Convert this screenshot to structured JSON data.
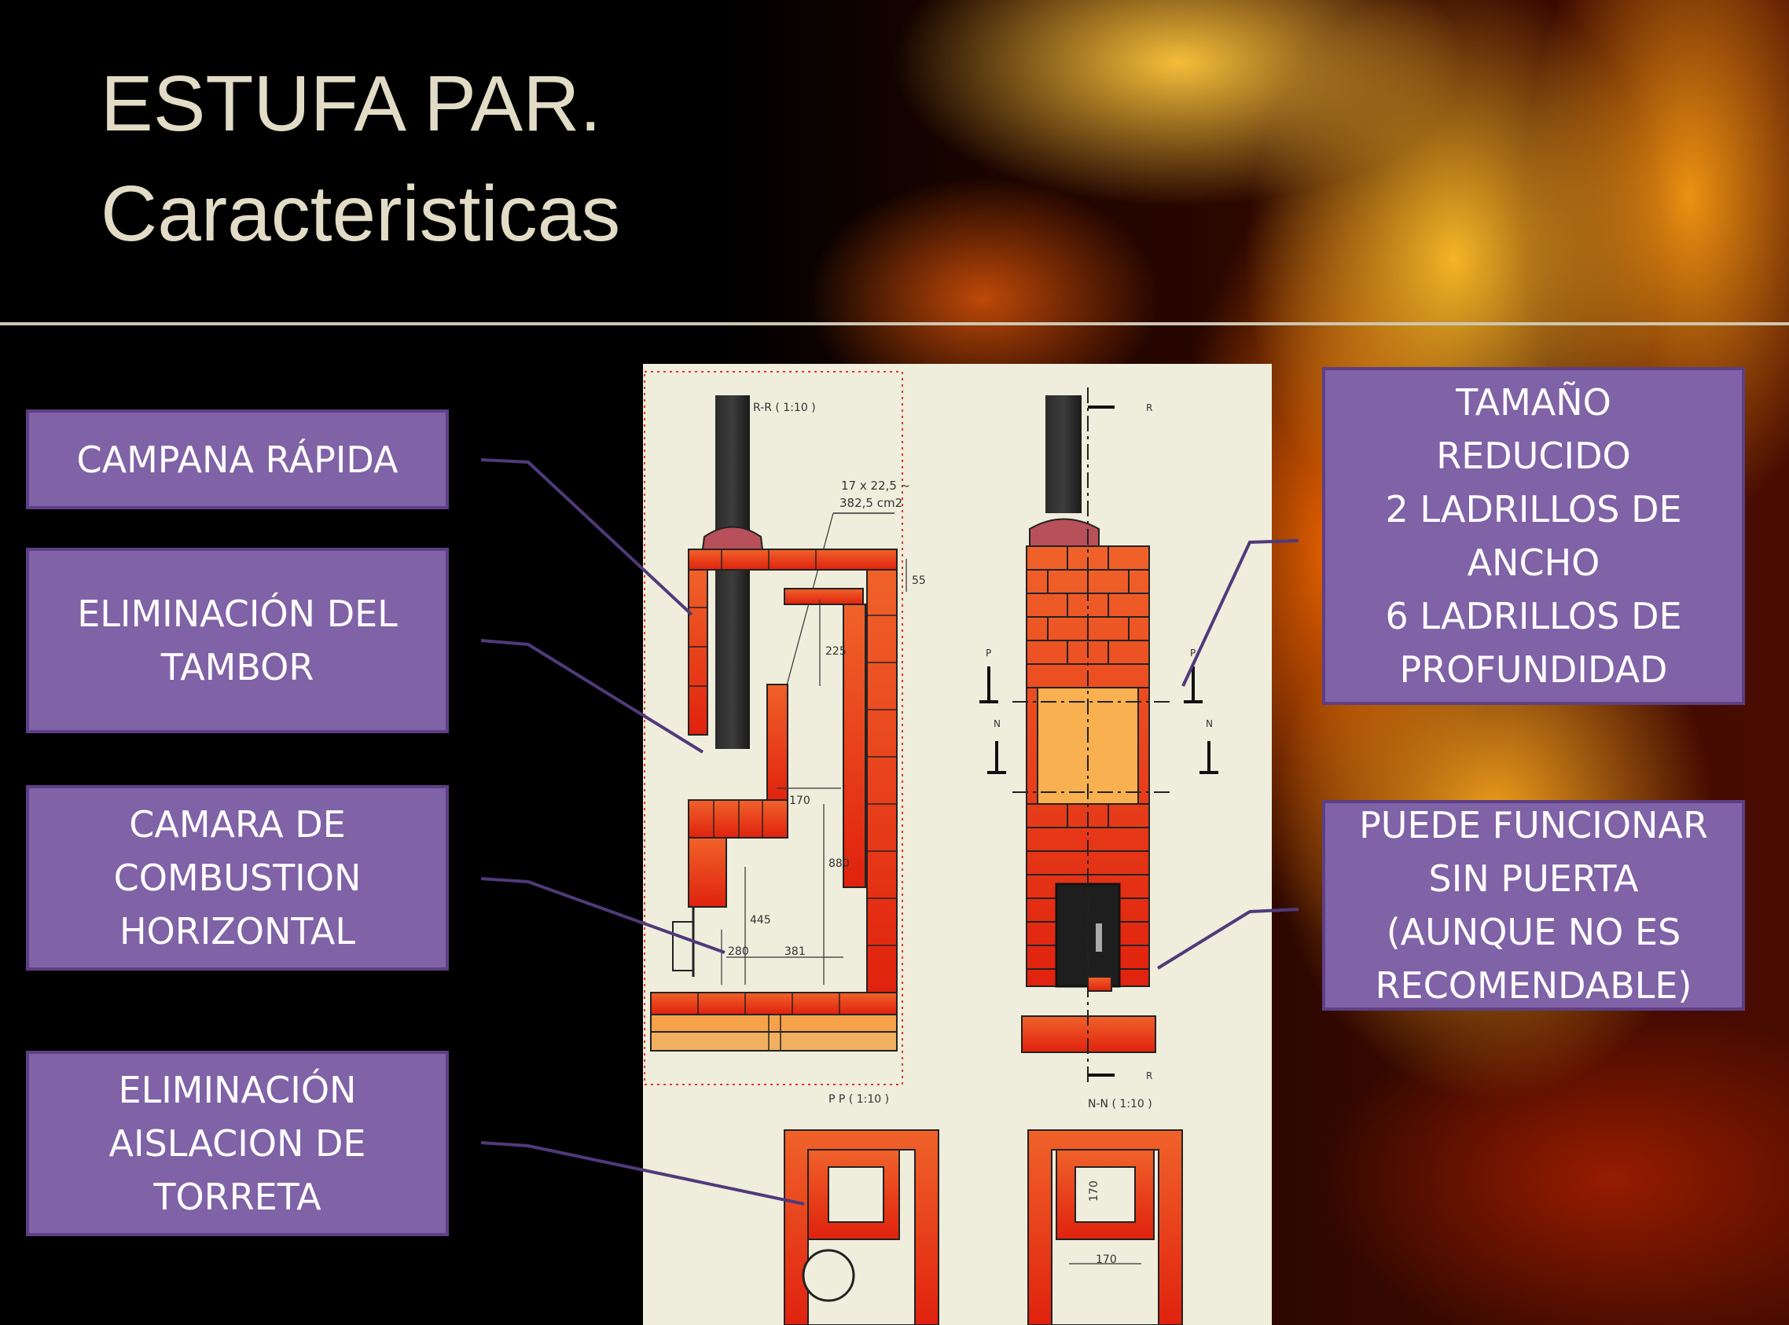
{
  "slide": {
    "title_line1": "ESTUFA PAR.",
    "title_line2": "Caracteristicas"
  },
  "left_labels": [
    [
      "CAMPANA RÁPIDA"
    ],
    [
      "ELIMINACIÓN DEL",
      "TAMBOR"
    ],
    [
      "CAMARA DE",
      "COMBUSTION",
      "HORIZONTAL"
    ],
    [
      "ELIMINACIÓN",
      "AISLACION DE",
      "TORRETA"
    ]
  ],
  "right_labels": [
    [
      "TAMAÑO",
      "REDUCIDO",
      "2 LADRILLOS DE",
      "ANCHO",
      "6 LADRILLOS DE",
      "PROFUNDIDAD"
    ],
    [
      "PUEDE FUNCIONAR",
      "SIN PUERTA",
      "(AUNQUE NO ES",
      "RECOMENDABLE)"
    ]
  ],
  "drawing": {
    "section_rr": "R-R ( 1:10 )",
    "section_pp": "P P ( 1:10 )",
    "section_nn": "N-N ( 1:10 )",
    "note_line1": "17 x 22,5 ~",
    "note_line2": "382,5 cm2",
    "dims": [
      "55",
      "225",
      "170",
      "880",
      "445",
      "280",
      "381",
      "170",
      "170"
    ],
    "marks": [
      "R",
      "R",
      "P",
      "P",
      "N",
      "N"
    ]
  },
  "colors": {
    "box_fill": "#8062a7",
    "box_border": "#5e3f86",
    "title": "#e2dcc6",
    "brick": "#e8431c",
    "connector": "#4f3a7a"
  }
}
